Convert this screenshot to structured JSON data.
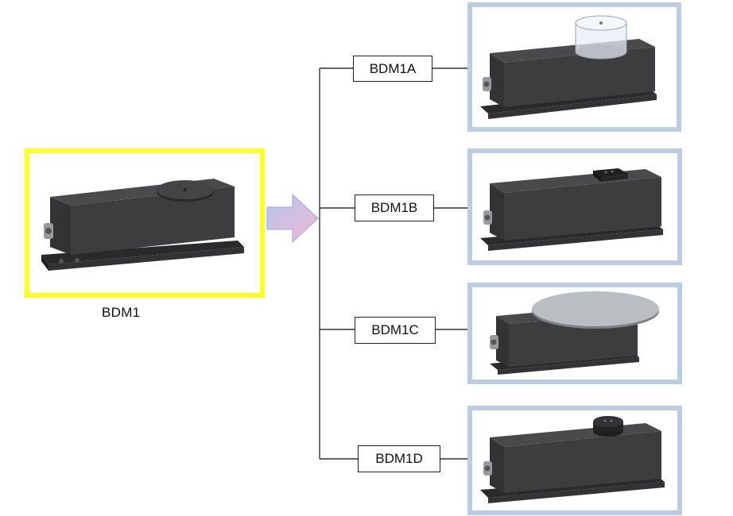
{
  "main": {
    "label": "BDM1"
  },
  "variants": [
    {
      "label": "BDM1A",
      "top": "glass-cup"
    },
    {
      "label": "BDM1B",
      "top": "square-pad"
    },
    {
      "label": "BDM1C",
      "top": "large-disc"
    },
    {
      "label": "BDM1D",
      "top": "small-puck"
    }
  ],
  "colors": {
    "main_frame": "#ffff22",
    "variant_frame": "#bccde3",
    "device_body": "#3a3a3c",
    "arrow_fill_start": "#b5c6ee",
    "arrow_fill_end": "#f1b7d4"
  }
}
